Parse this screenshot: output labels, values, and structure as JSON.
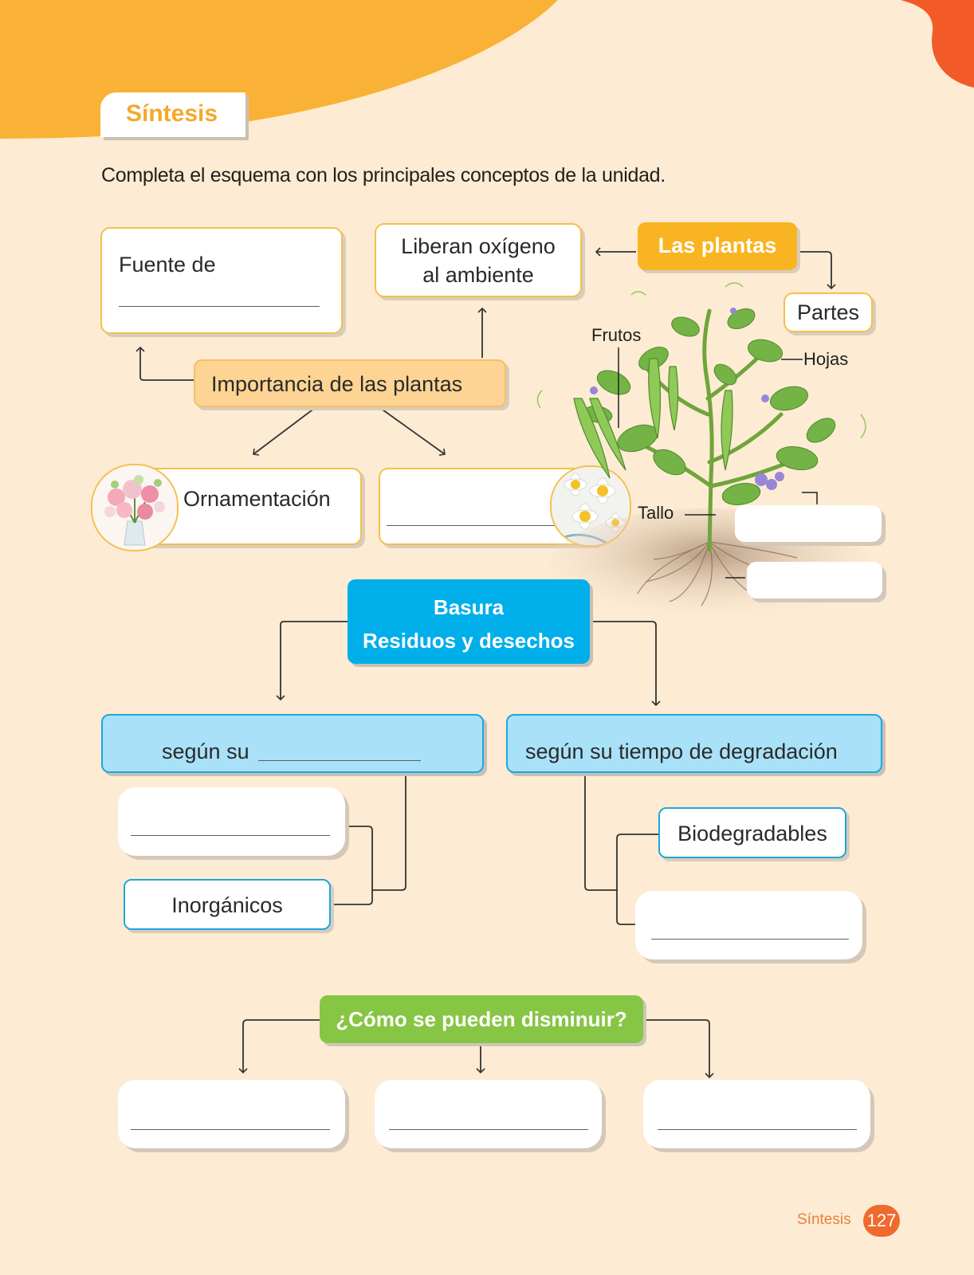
{
  "header": {
    "title": "Síntesis"
  },
  "instruction": "Completa el esquema con los principales conceptos de la unidad.",
  "plants": {
    "title": "Las plantas",
    "importance": "Importancia de las plantas",
    "source_of": "Fuente de",
    "oxygen_line1": "Liberan oxígeno",
    "oxygen_line2": "al ambiente",
    "ornament": "Ornamentación",
    "parts": "Partes",
    "labels": {
      "fruits": "Frutos",
      "leaves": "Hojas",
      "stem": "Tallo"
    }
  },
  "waste": {
    "title_line1": "Basura",
    "title_line2": "Residuos y desechos",
    "by_type": "según su",
    "by_time": "según su tiempo de degradación",
    "inorganic": "Inorgánicos",
    "biodegradable": "Biodegradables"
  },
  "reduce": {
    "title": "¿Cómo se pueden disminuir?"
  },
  "footer": {
    "section": "Síntesis",
    "page": "127"
  },
  "colors": {
    "orange": "#f8b421",
    "blue": "#00aeea",
    "green": "#87c545",
    "background": "#fdebd3"
  }
}
